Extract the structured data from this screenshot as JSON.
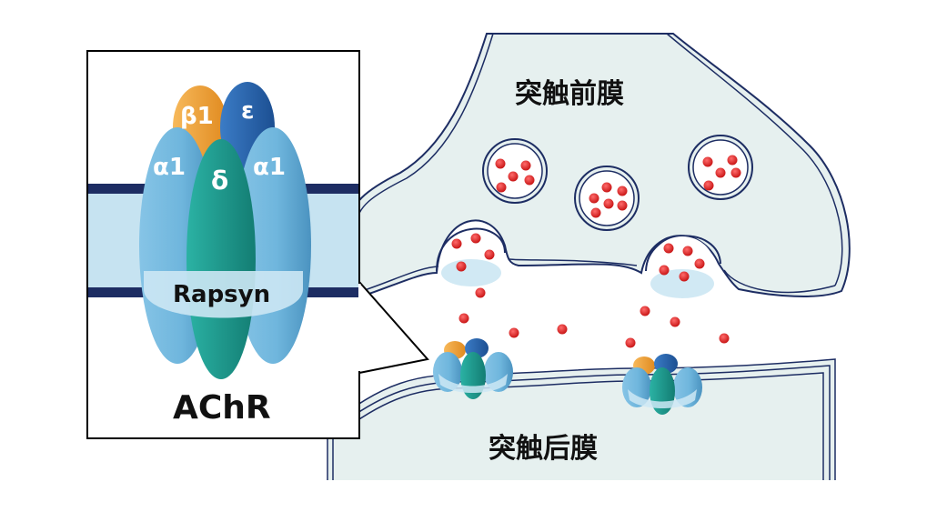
{
  "labels": {
    "presynaptic": "突触前膜",
    "postsynaptic": "突触后膜",
    "achr": "AChR",
    "rapsyn": "Rapsyn",
    "beta1": "β1",
    "epsilon": "ε",
    "alpha1_left": "α1",
    "delta": "δ",
    "alpha1_right": "α1"
  },
  "colors": {
    "cell_fill": "#e6f0ef",
    "membrane": "#1d2d63",
    "membrane_band": "#c6e3f1",
    "alpha": "#6fb6dd",
    "beta": "#f2a33a",
    "epsilon": "#2d69b5",
    "delta": "#1f9e92",
    "rapsyn": "#cce7f4",
    "acetylcholine": "#e01b1b"
  }
}
